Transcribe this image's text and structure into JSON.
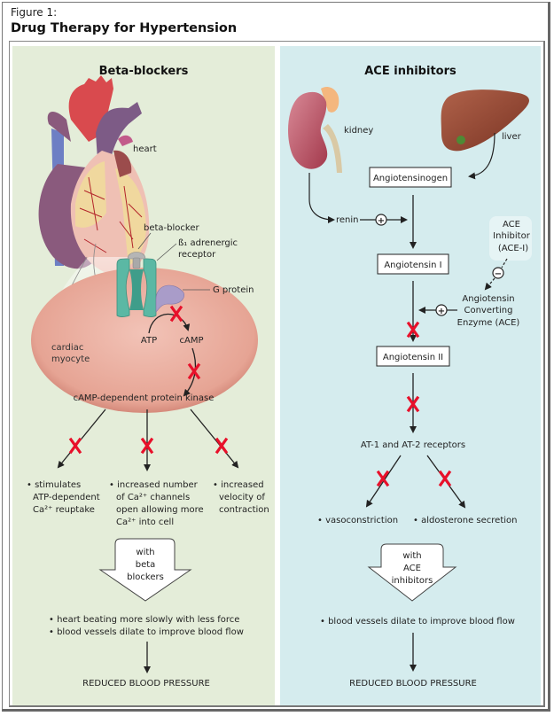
{
  "figure": {
    "label": "Figure 1:",
    "title": "Drug Therapy for Hypertension"
  },
  "colors": {
    "beta_panel_bg": "#e4edd9",
    "ace_panel_bg": "#d5ecee",
    "block_x": "#e8102a",
    "cell_fill": "#e9a99c",
    "receptor": "#5bb8a4",
    "g_protein": "#a99cc9"
  },
  "beta_panel": {
    "title": "Beta-blockers",
    "heart_label": "heart",
    "beta_blocker_label": "beta-blocker",
    "receptor_label_line1": "ß₁ adrenergic",
    "receptor_label_line2": "receptor",
    "g_protein_label": "G protein",
    "cell_label_line1": "cardiac",
    "cell_label_line2": "myocyte",
    "atp": "ATP",
    "camp": "cAMP",
    "kinase": "cAMP-dependent protein kinase",
    "effects": [
      {
        "lines": [
          "• stimulates",
          "ATP-dependent",
          "Ca²⁺ reuptake"
        ]
      },
      {
        "lines": [
          "• increased number",
          "of Ca²⁺ channels",
          "open allowing more",
          "Ca²⁺ into cell"
        ]
      },
      {
        "lines": [
          "• increased",
          "velocity of",
          "contraction"
        ]
      }
    ],
    "arrow_lines": [
      "with",
      "beta",
      "blockers"
    ],
    "outcomes": [
      "• heart beating more slowly with less force",
      "• blood vessels dilate to improve blood flow"
    ],
    "result": "REDUCED BLOOD PRESSURE"
  },
  "ace_panel": {
    "title": "ACE inhibitors",
    "kidney_label": "kidney",
    "liver_label": "liver",
    "angiotensinogen": "Angiotensinogen",
    "renin": "renin",
    "plus": "+",
    "minus": "−",
    "ace_inhibitor_lines": [
      "ACE",
      "Inhibitor",
      "(ACE-I)"
    ],
    "angiotensin_1": "Angiotensin I",
    "ace_lines": [
      "Angiotensin",
      "Converting",
      "Enzyme (ACE)"
    ],
    "angiotensin_2": "Angiotensin II",
    "receptors": "AT-1 and AT-2 receptors",
    "effects": [
      "• vasoconstriction",
      "• aldosterone secretion"
    ],
    "arrow_lines": [
      "with",
      "ACE",
      "inhibitors"
    ],
    "outcomes": [
      "• blood vessels dilate to improve blood flow"
    ],
    "result": "REDUCED BLOOD PRESSURE"
  }
}
